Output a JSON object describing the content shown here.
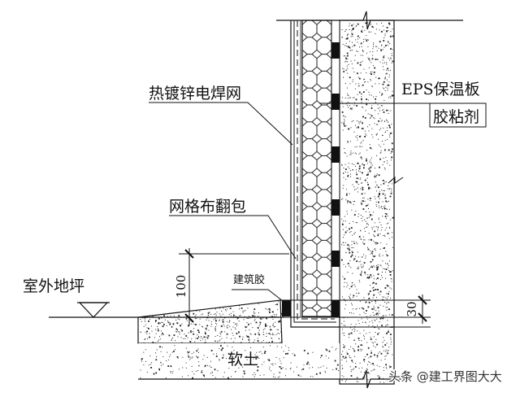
{
  "labels": {
    "mesh": "热镀锌电焊网",
    "eps": "EPS保温板",
    "adhesive": "胶粘剂",
    "fiberglass": "网格布翻包",
    "outdoor_ground": "室外地坪",
    "sealant": "建筑胶",
    "soft_soil": "软土"
  },
  "dimensions": {
    "height_100": "100",
    "height_30": "30"
  },
  "watermark": "头条 @建工界图大大",
  "colors": {
    "line": "#111111",
    "background": "#ffffff"
  }
}
